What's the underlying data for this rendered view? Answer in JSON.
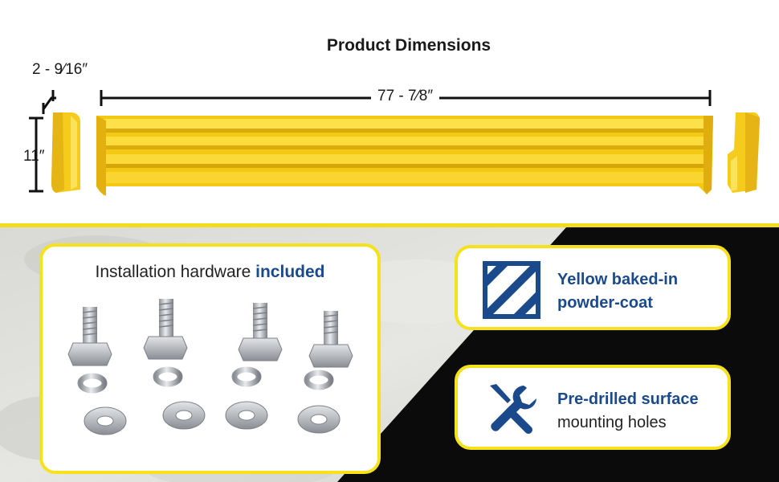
{
  "header": {
    "title": "Product Dimensions"
  },
  "dimensions": {
    "post_width": "2 - 9⁄16″",
    "post_height": "11″",
    "rail_length": "77 - 7⁄8″"
  },
  "hardware_card": {
    "title_prefix": "Installation hardware ",
    "title_emphasis": "included"
  },
  "features": [
    {
      "icon": "powder-coat-stripes-icon",
      "line1": "Yellow baked-in",
      "line2": "powder-coat"
    },
    {
      "icon": "wrench-screwdriver-icon",
      "line1": "Pre-drilled surface",
      "line2": "mounting holes"
    }
  ],
  "colors": {
    "rail_yellow": "#f7d51e",
    "brand_blue": "#1b4a8c",
    "card_border": "#f5e21b",
    "dark_panel": "#0b0b0b"
  }
}
